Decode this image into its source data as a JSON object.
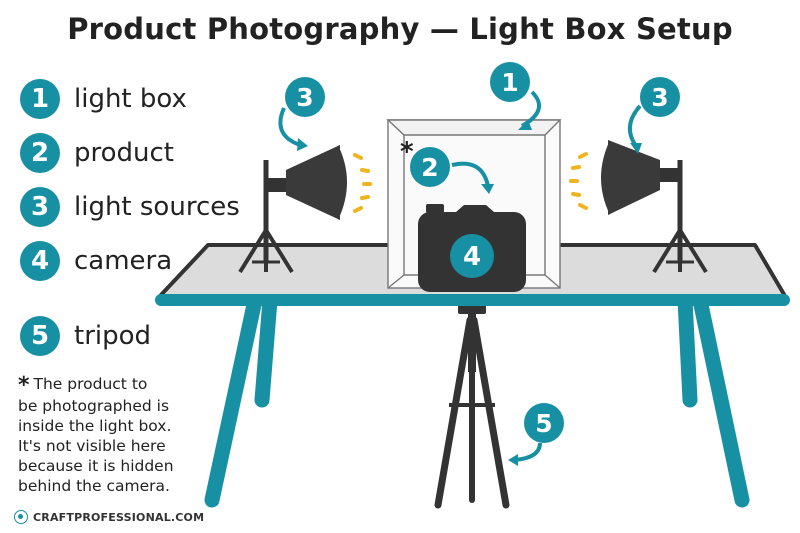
{
  "title": "Product Photography — Light Box Setup",
  "legend": [
    {
      "num": "1",
      "label": "light box"
    },
    {
      "num": "2",
      "label": "product"
    },
    {
      "num": "3",
      "label": "light sources"
    },
    {
      "num": "4",
      "label": "camera"
    },
    {
      "num": "5",
      "label": "tripod"
    }
  ],
  "note": {
    "star": "*",
    "lines": [
      "The product to",
      "be photographed is",
      "inside the light box.",
      "It's not visible here",
      "because it is hidden",
      "behind the camera."
    ]
  },
  "diagram": {
    "lightbox_marker": "1",
    "product_marker": "2",
    "product_star": "*",
    "camera_marker": "4",
    "light_left_marker": "3",
    "light_right_marker": "3",
    "tripod_marker": "5"
  },
  "footer": "CRAFTPROFESSIONAL.COM",
  "colors": {
    "accent": "#1790a3",
    "dark": "#333333",
    "table_top": "#dcdcdc",
    "glow": "#f0b41e"
  }
}
